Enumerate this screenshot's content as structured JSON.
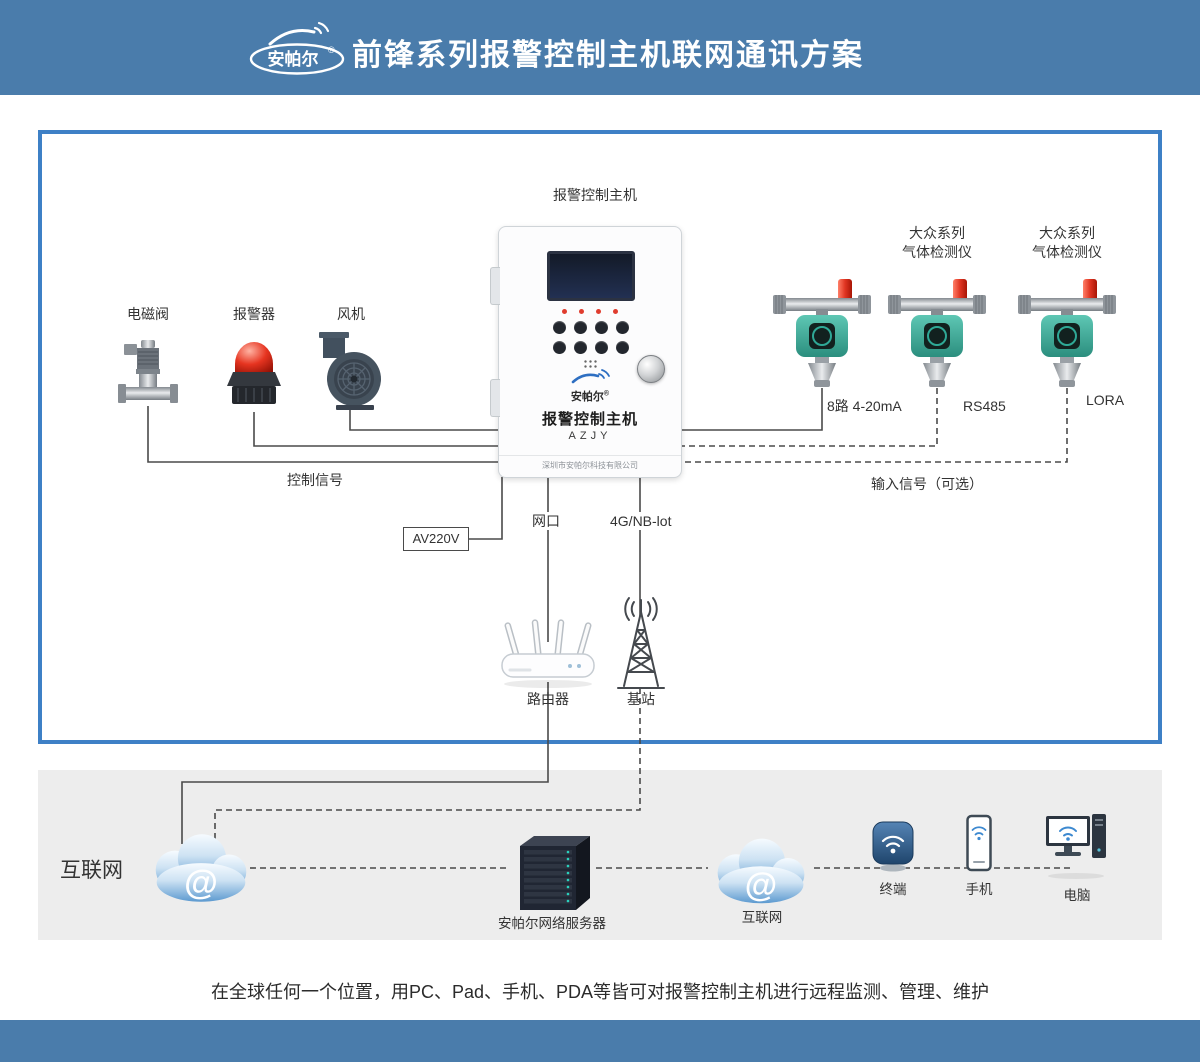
{
  "colors": {
    "header_blue": "#4a7cab",
    "diagram_border_blue": "#3e80c6",
    "section_gray": "#ededed",
    "line_dark": "#4a4a4a",
    "detector_teal": "#3fae9d",
    "beacon_red": "#d92313"
  },
  "header": {
    "logo_text": "安帕尔",
    "logo_reg": "®",
    "title": "前锋系列报警控制主机联网通讯方案"
  },
  "diagram": {
    "host_title": "报警控制主机",
    "device": {
      "brand": "安帕尔",
      "brand_reg": "®",
      "name": "报警控制主机",
      "model": "AZJY",
      "company": "深圳市安帕尔科技有限公司"
    },
    "left_devices": [
      {
        "label": "电磁阀"
      },
      {
        "label": "报警器"
      },
      {
        "label": "风机"
      }
    ],
    "detector_labels": [
      {
        "line1": "大众系列",
        "line2": "气体检测仪"
      },
      {
        "line1": "大众系列",
        "line2": "气体检测仪"
      }
    ],
    "connections": {
      "analog": "8路 4-20mA",
      "rs485": "RS485",
      "lora": "LORA",
      "control_signal": "控制信号",
      "input_signal": "输入信号（可选）",
      "power": "AV220V",
      "lan_port": "网口",
      "cellular": "4G/NB-lot"
    },
    "router_label": "路由器",
    "station_label": "基站"
  },
  "network": {
    "internet_title": "互联网",
    "cloud1_symbol": "@",
    "server_label": "安帕尔网络服务器",
    "cloud2_symbol": "@",
    "cloud2_label": "互联网",
    "terminal_label": "终端",
    "phone_label": "手机",
    "pc_label": "电脑"
  },
  "footer": {
    "description": "在全球任何一个位置，用PC、Pad、手机、PDA等皆可对报警控制主机进行远程监测、管理、维护"
  }
}
